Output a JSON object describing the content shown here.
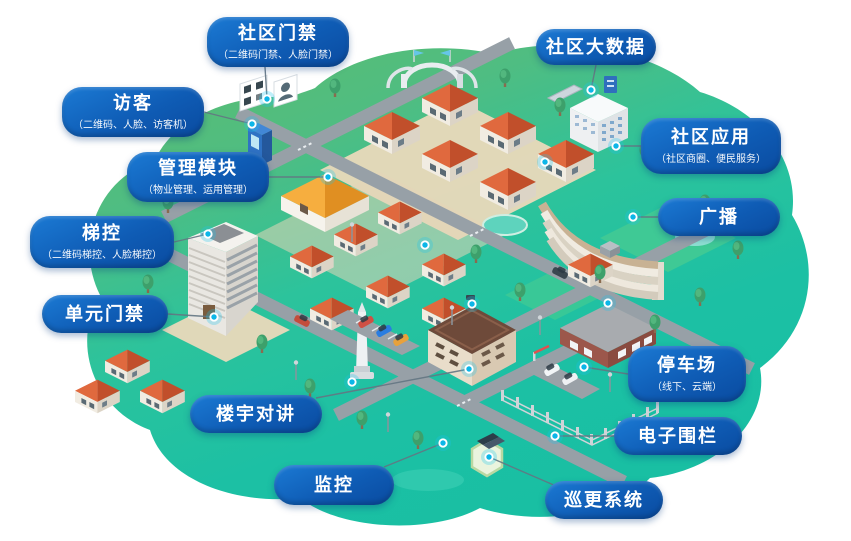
{
  "diagram": {
    "kind": "smart-community-system-map",
    "colors": {
      "callout_blue": "#0f5cb5",
      "callout_blue_light": "#1b7ad4",
      "node_cyan": "#0cb6e8",
      "blob_green": "#5dbd6d",
      "blob_teal": "#1abfa3",
      "road_gray": "#97a0a7",
      "roof_red": "#d95f36",
      "roof_orange": "#f2a53a"
    }
  },
  "labels": [
    {
      "title": "社区门禁",
      "subtitle": "（二维码门禁、人脸门禁）"
    },
    {
      "title": "访客",
      "subtitle": "（二维码、人脸、访客机）"
    },
    {
      "title": "管理模块",
      "subtitle": "（物业管理、运用管理）"
    },
    {
      "title": "梯控",
      "subtitle": "（二维码梯控、人脸梯控）"
    },
    {
      "title": "单元门禁"
    },
    {
      "title": "楼宇对讲"
    },
    {
      "title": "监控"
    },
    {
      "title": "巡更系统"
    },
    {
      "title": "电子围栏"
    },
    {
      "title": "停车场",
      "subtitle": "（线下、云端）"
    },
    {
      "title": "广播"
    },
    {
      "title": "社区应用",
      "subtitle": "（社区商圈、便民服务）"
    },
    {
      "title": "社区大数据"
    }
  ]
}
